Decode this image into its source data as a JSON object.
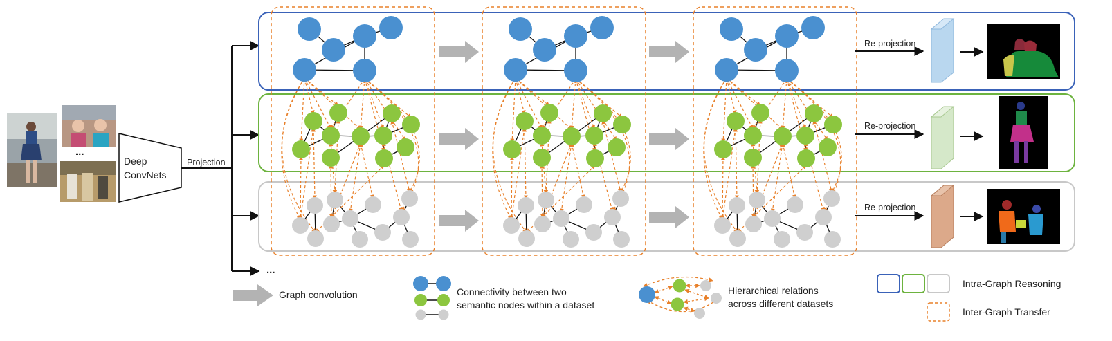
{
  "labels": {
    "deep_convnets_line1": "Deep",
    "deep_convnets_line2": "ConvNets",
    "projection": "Projection",
    "reprojection": "Re-projection",
    "ellipsis": "..."
  },
  "legend": {
    "graph_convolution": "Graph convolution",
    "connectivity_line1": "Connectivity between two",
    "connectivity_line2": "semantic nodes within a dataset",
    "hierarchical_line1": "Hierarchical relations",
    "hierarchical_line2": "across different datasets",
    "intra_graph": "Intra-Graph Reasoning",
    "inter_graph": "Inter-Graph Transfer"
  },
  "colors": {
    "blue": "#4a90d0",
    "green": "#8cc63f",
    "gray": "#cfcfcf",
    "orange": "#e8802a",
    "blue_box": "#3a62b8",
    "green_box": "#6db33f",
    "gray_box": "#c8c8c8",
    "arrow_gray": "#b3b3b3"
  }
}
